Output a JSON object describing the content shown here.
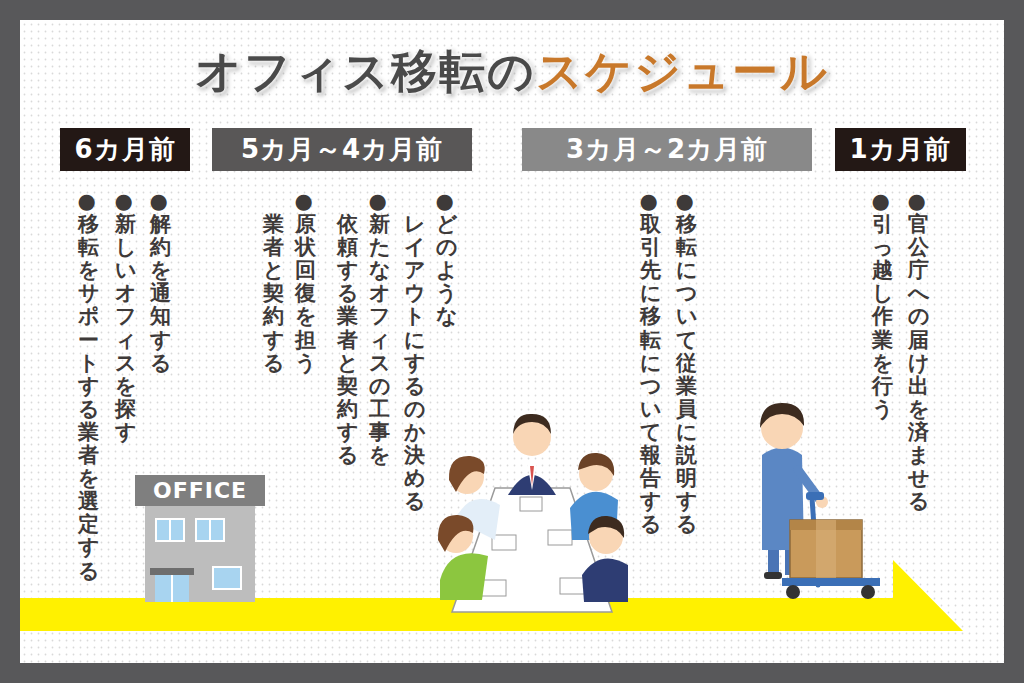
{
  "diagram": {
    "title": "オフィス移転のスケジュール",
    "nodes": [
      {
        "text": [
          "6カ月前"
        ]
      },
      {
        "text": [
          "5カ月～4カ月前"
        ]
      },
      {
        "text": [
          "3カ月～2カ月前"
        ]
      },
      {
        "text": [
          "1カ月前"
        ]
      }
    ],
    "labels": [
      "●解約を通知する",
      "●新しいオフィスを探す",
      "●移転をサポートする業者を選定する",
      "●どのような レイアウトにするのか決める",
      "●新たなオフィスの工事を 依頼する業者と契約する",
      "●原状回復を担う 業者と契約する",
      "●移転について従業員に説明する",
      "●取引先に移転について報告する",
      "●官公庁への届け出を済ませる",
      "●引っ越し作業を行う",
      "OFFICE"
    ]
  }
}
